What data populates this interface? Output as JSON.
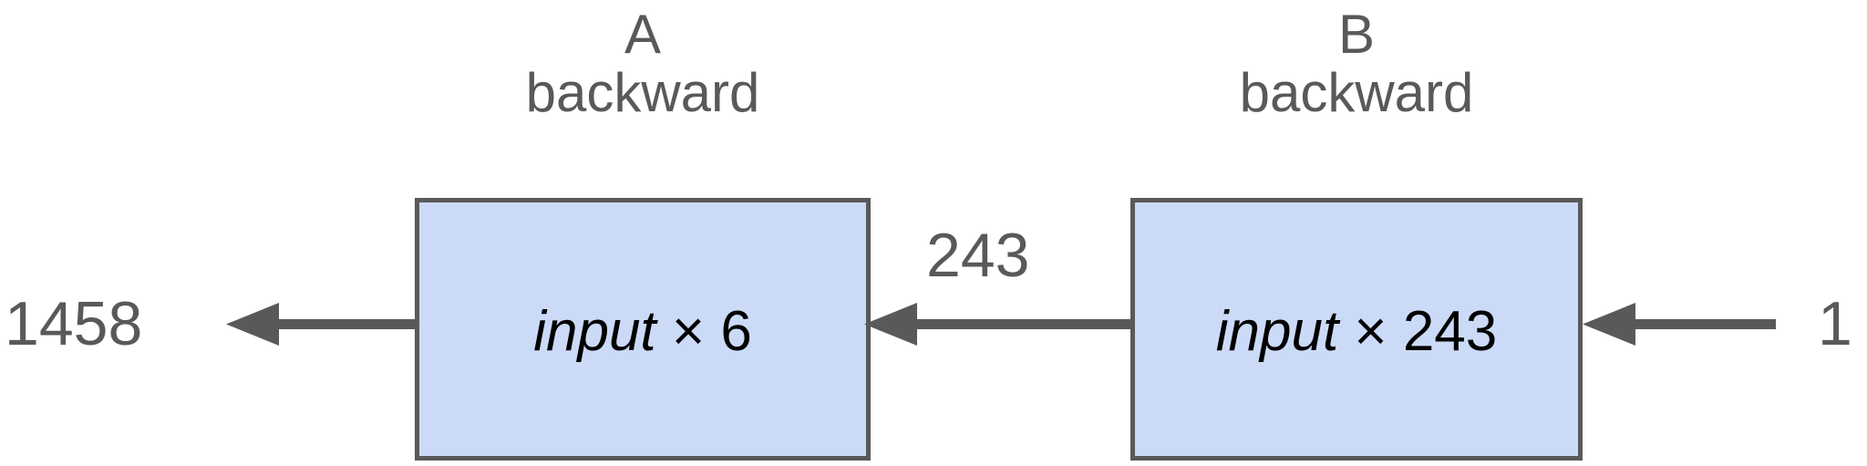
{
  "diagram": {
    "title_hidden": "",
    "background_color": "#ffffff",
    "box_fill_color": "#cbdaf7",
    "box_border_color": "#595959",
    "label_color": "#595959",
    "box_text_color": "#000000",
    "blocks": [
      {
        "id": "A",
        "caption_title": "A",
        "caption_sub": "backward",
        "operation_variable": "input",
        "operation_rest": " × 6"
      },
      {
        "id": "B",
        "caption_title": "B",
        "caption_sub": "backward",
        "operation_variable": "input",
        "operation_rest": " × 243"
      }
    ],
    "edge_values": {
      "output_left": "1458",
      "between_a_b": "243",
      "input_right": "1"
    }
  },
  "chart_data": {
    "type": "diagram",
    "title": "",
    "flow_direction": "right-to-left (backward pass)",
    "nodes": [
      {
        "name": "A backward",
        "label": "input × 6"
      },
      {
        "name": "B backward",
        "label": "input × 243"
      }
    ],
    "edges": [
      {
        "from": "B backward",
        "to": "A backward",
        "value": "243"
      },
      {
        "from": "A backward",
        "to": "output",
        "value": "1458"
      },
      {
        "from": "input",
        "to": "B backward",
        "value": "1"
      }
    ]
  }
}
